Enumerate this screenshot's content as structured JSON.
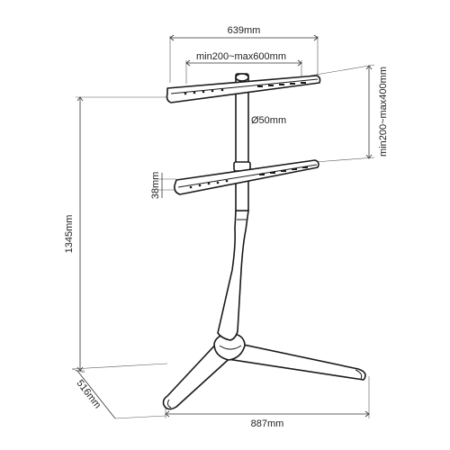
{
  "dimensions": {
    "bracket_width": "639mm",
    "vesa_horizontal": "min200~max600mm",
    "vesa_vertical": "min200~max400mm",
    "pole_diameter": "Ø50mm",
    "bar_height": "38mm",
    "total_height": "1345mm",
    "base_depth": "516mm",
    "base_width": "887mm"
  },
  "colors": {
    "line": "#1a1a1a",
    "background": "#ffffff"
  }
}
